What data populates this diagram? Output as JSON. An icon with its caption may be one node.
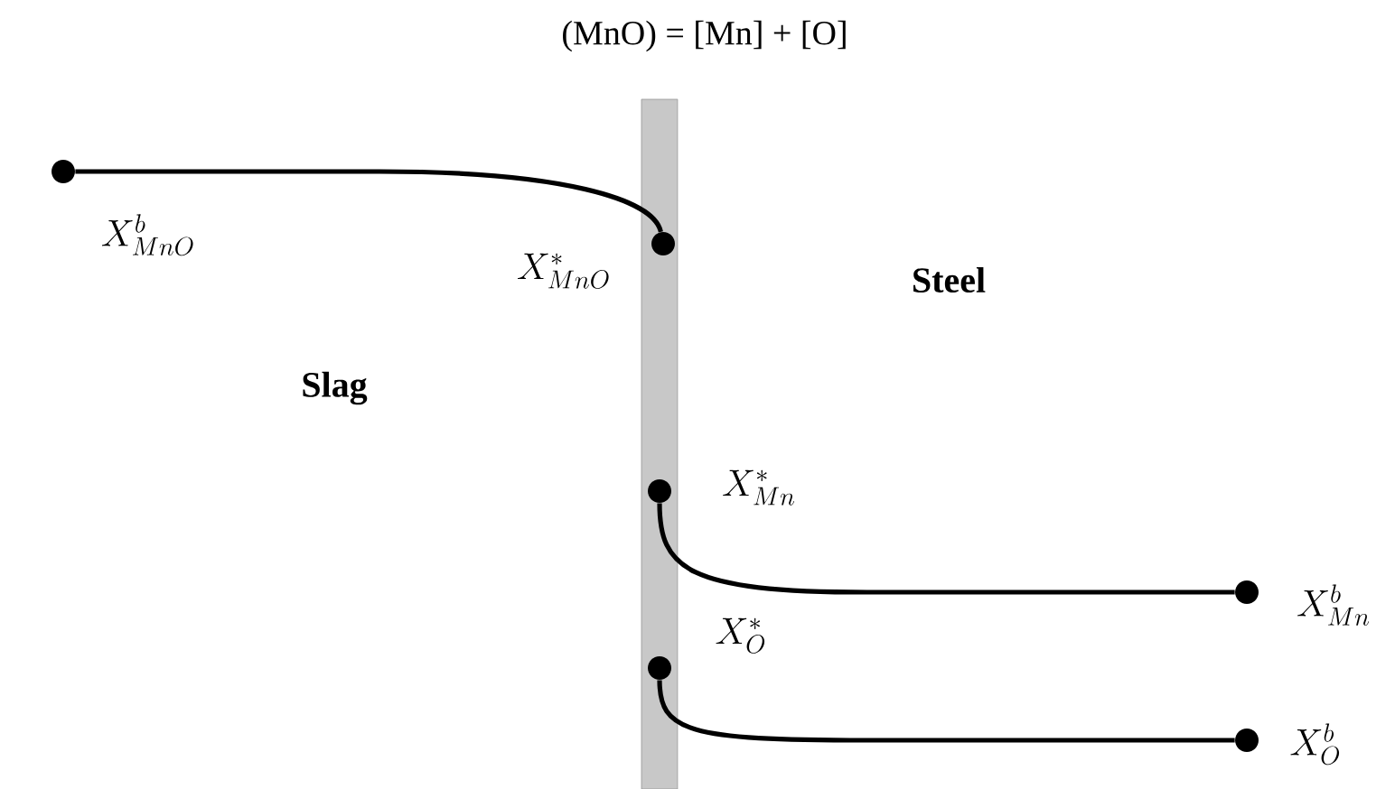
{
  "diagram": {
    "title": "(MnO) = [Mn] + [O]",
    "nodes": [
      {
        "text": [],
        "shape": "circle",
        "beside": [
          "X_{MnO}^{b}"
        ]
      },
      {
        "text": [],
        "shape": "circle",
        "beside": [
          "X_{MnO}^{*}"
        ]
      },
      {
        "text": [],
        "shape": "circle",
        "beside": [
          "X_{Mn}^{*}"
        ]
      },
      {
        "text": [],
        "shape": "circle",
        "beside": [
          "X_{Mn}^{b}"
        ]
      },
      {
        "text": [],
        "shape": "circle",
        "beside": [
          "X_{O}^{*}"
        ]
      },
      {
        "text": [],
        "shape": "circle",
        "beside": [
          "X_{O}^{b}"
        ]
      }
    ],
    "edges": [
      {
        "from": 0,
        "to": 1,
        "arrow": "none"
      },
      {
        "from": 2,
        "to": 3,
        "arrow": "none"
      },
      {
        "from": 4,
        "to": 5,
        "arrow": "none"
      }
    ],
    "labels": [
      "Steel",
      "Slag"
    ]
  }
}
